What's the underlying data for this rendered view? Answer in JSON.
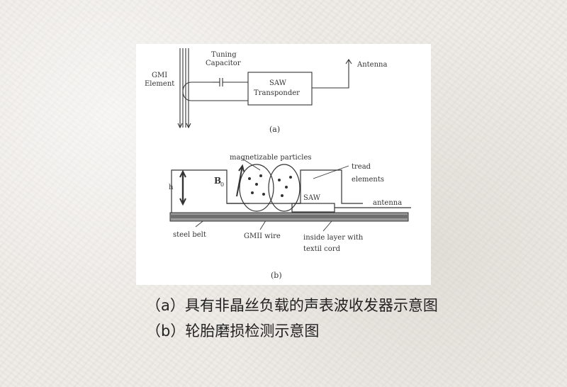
{
  "figure": {
    "panel_a": {
      "gmi_label_line1": "GMI",
      "gmi_label_line2": "Element",
      "tuning_line1": "Tuning",
      "tuning_line2": "Capacitor",
      "saw_line1": "SAW",
      "saw_line2": "Transponder",
      "antenna": "Antenna",
      "panel_label": "(a)"
    },
    "panel_b": {
      "magnetizable": "magnetizable particles",
      "tread_line1": "tread",
      "tread_line2": "elements",
      "h": "h",
      "b0": "B",
      "b0_sub": "0",
      "saw": "SAW",
      "antenna": "antenna",
      "steel_belt": "steel belt",
      "gmi_wire": "GMII wire",
      "inside_line1": "inside layer with",
      "inside_line2": "textil cord",
      "panel_label": "(b)"
    }
  },
  "captions": {
    "a": "（a）具有非晶丝负载的声表波收发器示意图",
    "b": "（b）轮胎磨损检测示意图"
  }
}
